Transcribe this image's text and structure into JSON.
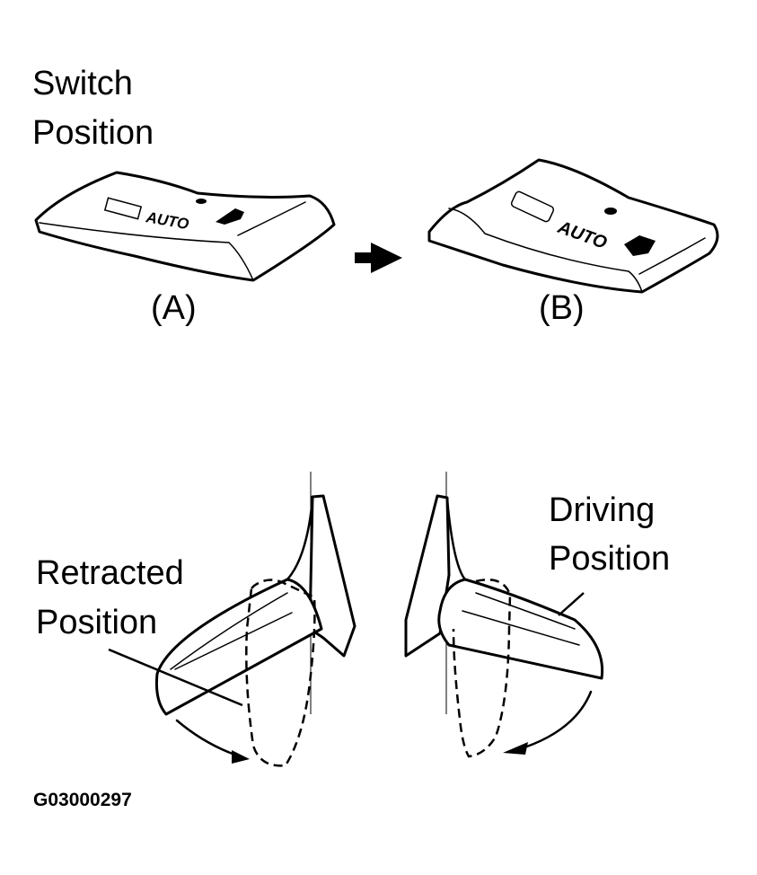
{
  "diagram": {
    "title_line1": "Switch",
    "title_line2": "Position",
    "switch_a": {
      "label": "(A)",
      "button_text": "AUTO"
    },
    "switch_b": {
      "label": "(B)",
      "button_text": "AUTO"
    },
    "transition_arrow": "arrow-right-icon",
    "mirror_left": {
      "label_line1": "Retracted",
      "label_line2": "Position"
    },
    "mirror_right": {
      "label_line1": "Driving",
      "label_line2": "Position"
    },
    "figure_code": "G03000297"
  }
}
